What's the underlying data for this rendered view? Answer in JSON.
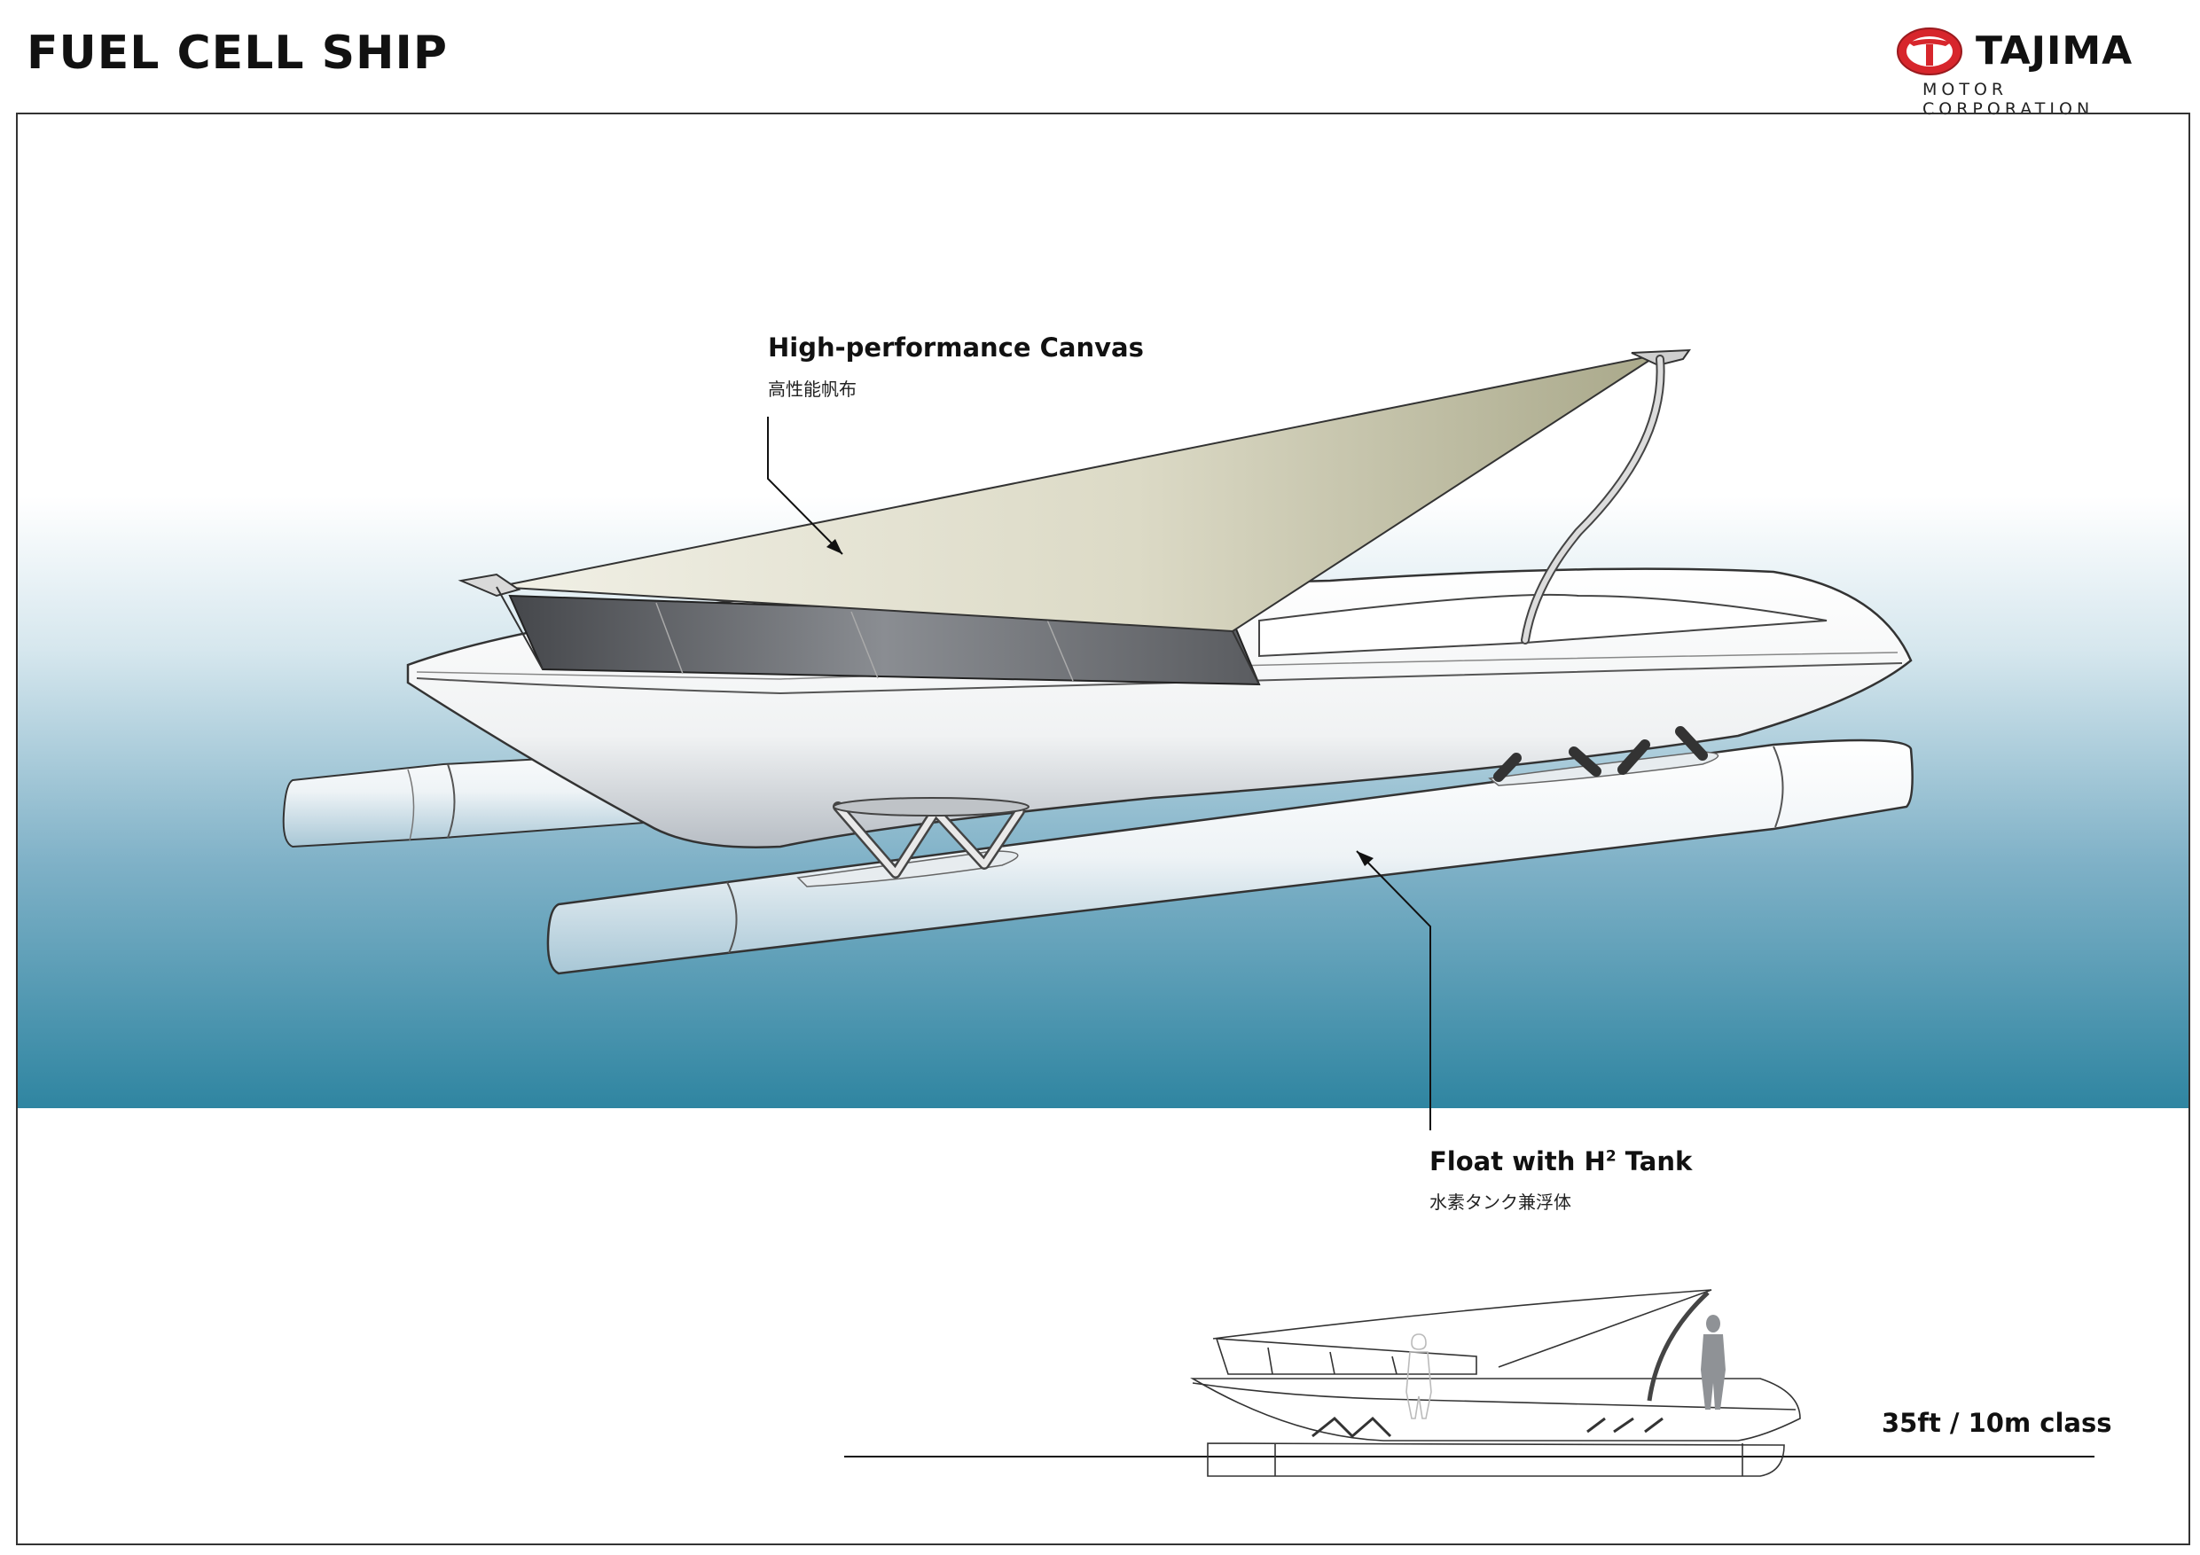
{
  "header": {
    "title": "FUEL CELL SHIP"
  },
  "logo": {
    "name": "TAJIMA",
    "subtitle": "MOTOR CORPORATION",
    "accent_color": "#d7262c"
  },
  "callouts": {
    "canvas": {
      "label": "High-performance Canvas",
      "label_ja": "高性能帆布"
    },
    "float": {
      "label_prefix": "Float with H",
      "label_superscript": "2",
      "label_suffix": " Tank",
      "label_ja": "水素タンク兼浮体"
    }
  },
  "scale": {
    "label": "35ft / 10m class"
  },
  "colors": {
    "water_top": "#ffffff",
    "water_bottom": "#2f85a1",
    "canvas_light": "#ecebe0",
    "canvas_dark": "#a9a88a",
    "hull": "#f4f4f4"
  }
}
